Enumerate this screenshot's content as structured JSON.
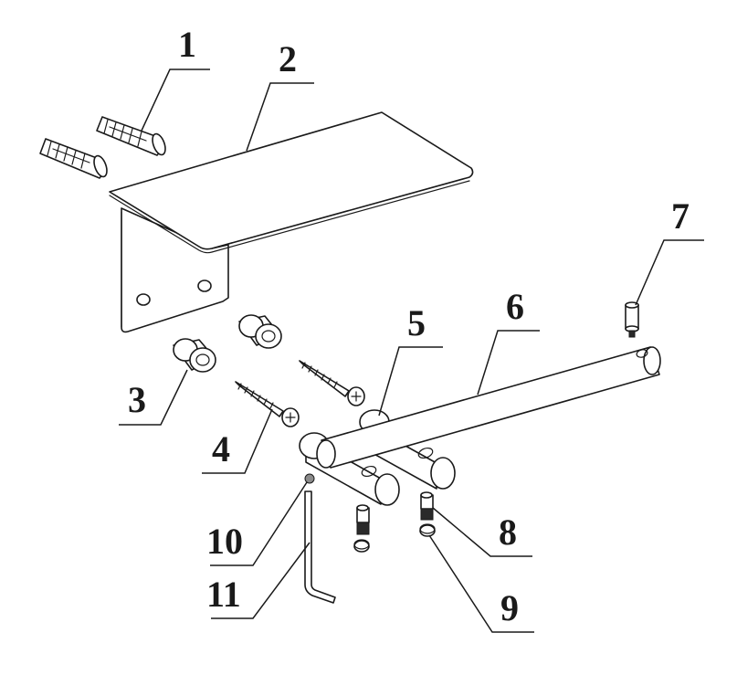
{
  "diagram": {
    "callouts": [
      {
        "id": "anchor",
        "label": "1"
      },
      {
        "id": "shelf-bracket",
        "label": "2"
      },
      {
        "id": "bushing",
        "label": "3"
      },
      {
        "id": "wall-screw",
        "label": "4"
      },
      {
        "id": "clamp-block",
        "label": "5"
      },
      {
        "id": "rod",
        "label": "6"
      },
      {
        "id": "end-pin",
        "label": "7"
      },
      {
        "id": "set-screw",
        "label": "8"
      },
      {
        "id": "washer",
        "label": "9"
      },
      {
        "id": "ball",
        "label": "10"
      },
      {
        "id": "hex-key",
        "label": "11"
      }
    ]
  }
}
